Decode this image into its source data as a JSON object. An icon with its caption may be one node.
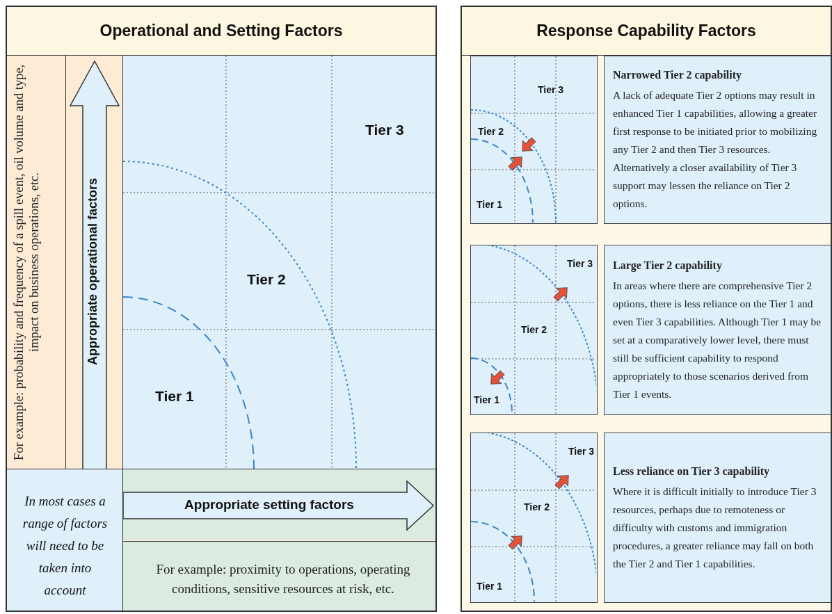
{
  "diagram": {
    "nodes": [
      {
        "text": [
          "Operational and Setting Factors"
        ]
      },
      {
        "text": [
          "For example: probability and frequency of a spill event, oil volume and type, impact on business operations, etc."
        ],
        "in": 0
      },
      {
        "text": [
          "Appropriate operational factors"
        ],
        "in": 0
      },
      {
        "text": [
          "Tier 3",
          "Tier 2",
          "Tier 1"
        ],
        "in": 0
      },
      {
        "text": [
          "In most cases a range of factors will need to be taken into account"
        ],
        "in": 0
      },
      {
        "text": [
          "Appropriate setting factors"
        ],
        "in": 0
      },
      {
        "text": [
          "For example: proximity to operations, operating conditions, sensitive resources at risk, etc."
        ],
        "in": 0
      },
      {
        "text": [
          "Response Capability Factors"
        ]
      },
      {
        "text": [
          "Tier 3",
          "Tier 2",
          "Tier 1"
        ],
        "in": 7
      },
      {
        "text": [
          "Narrowed Tier 2 capability",
          "A lack of adequate Tier 2 options may result in enhanced Tier 1 capabilities, allowing a greater first response to be initiated prior to mobilizing any Tier 2 and then Tier 3 resources. Alternatively a closer availability of Tier 3 support may lessen the reliance on Tier 2 options."
        ],
        "in": 7
      },
      {
        "text": [
          "Tier 3",
          "Tier 2",
          "Tier 1"
        ],
        "in": 7
      },
      {
        "text": [
          "Large Tier 2 capability",
          "In areas where there are comprehensive Tier 2 options, there is less reliance on the Tier 1 and even Tier 3 capabilities. Although Tier 1 may be set at a comparatively lower level, there must still be sufficient capability to respond appropriately to those scenarios derived from Tier 1 events."
        ],
        "in": 7
      },
      {
        "text": [
          "Tier 3",
          "Tier 2",
          "Tier 1"
        ],
        "in": 7
      },
      {
        "text": [
          "Less reliance on Tier 3 capability",
          "Where it is difficult initially to introduce Tier 3 resources, perhaps due to remoteness or difficulty with customs and immigration procedures, a greater reliance may fall on both the Tier 2 and Tier 1 capabilities."
        ],
        "in": 7
      }
    ]
  }
}
